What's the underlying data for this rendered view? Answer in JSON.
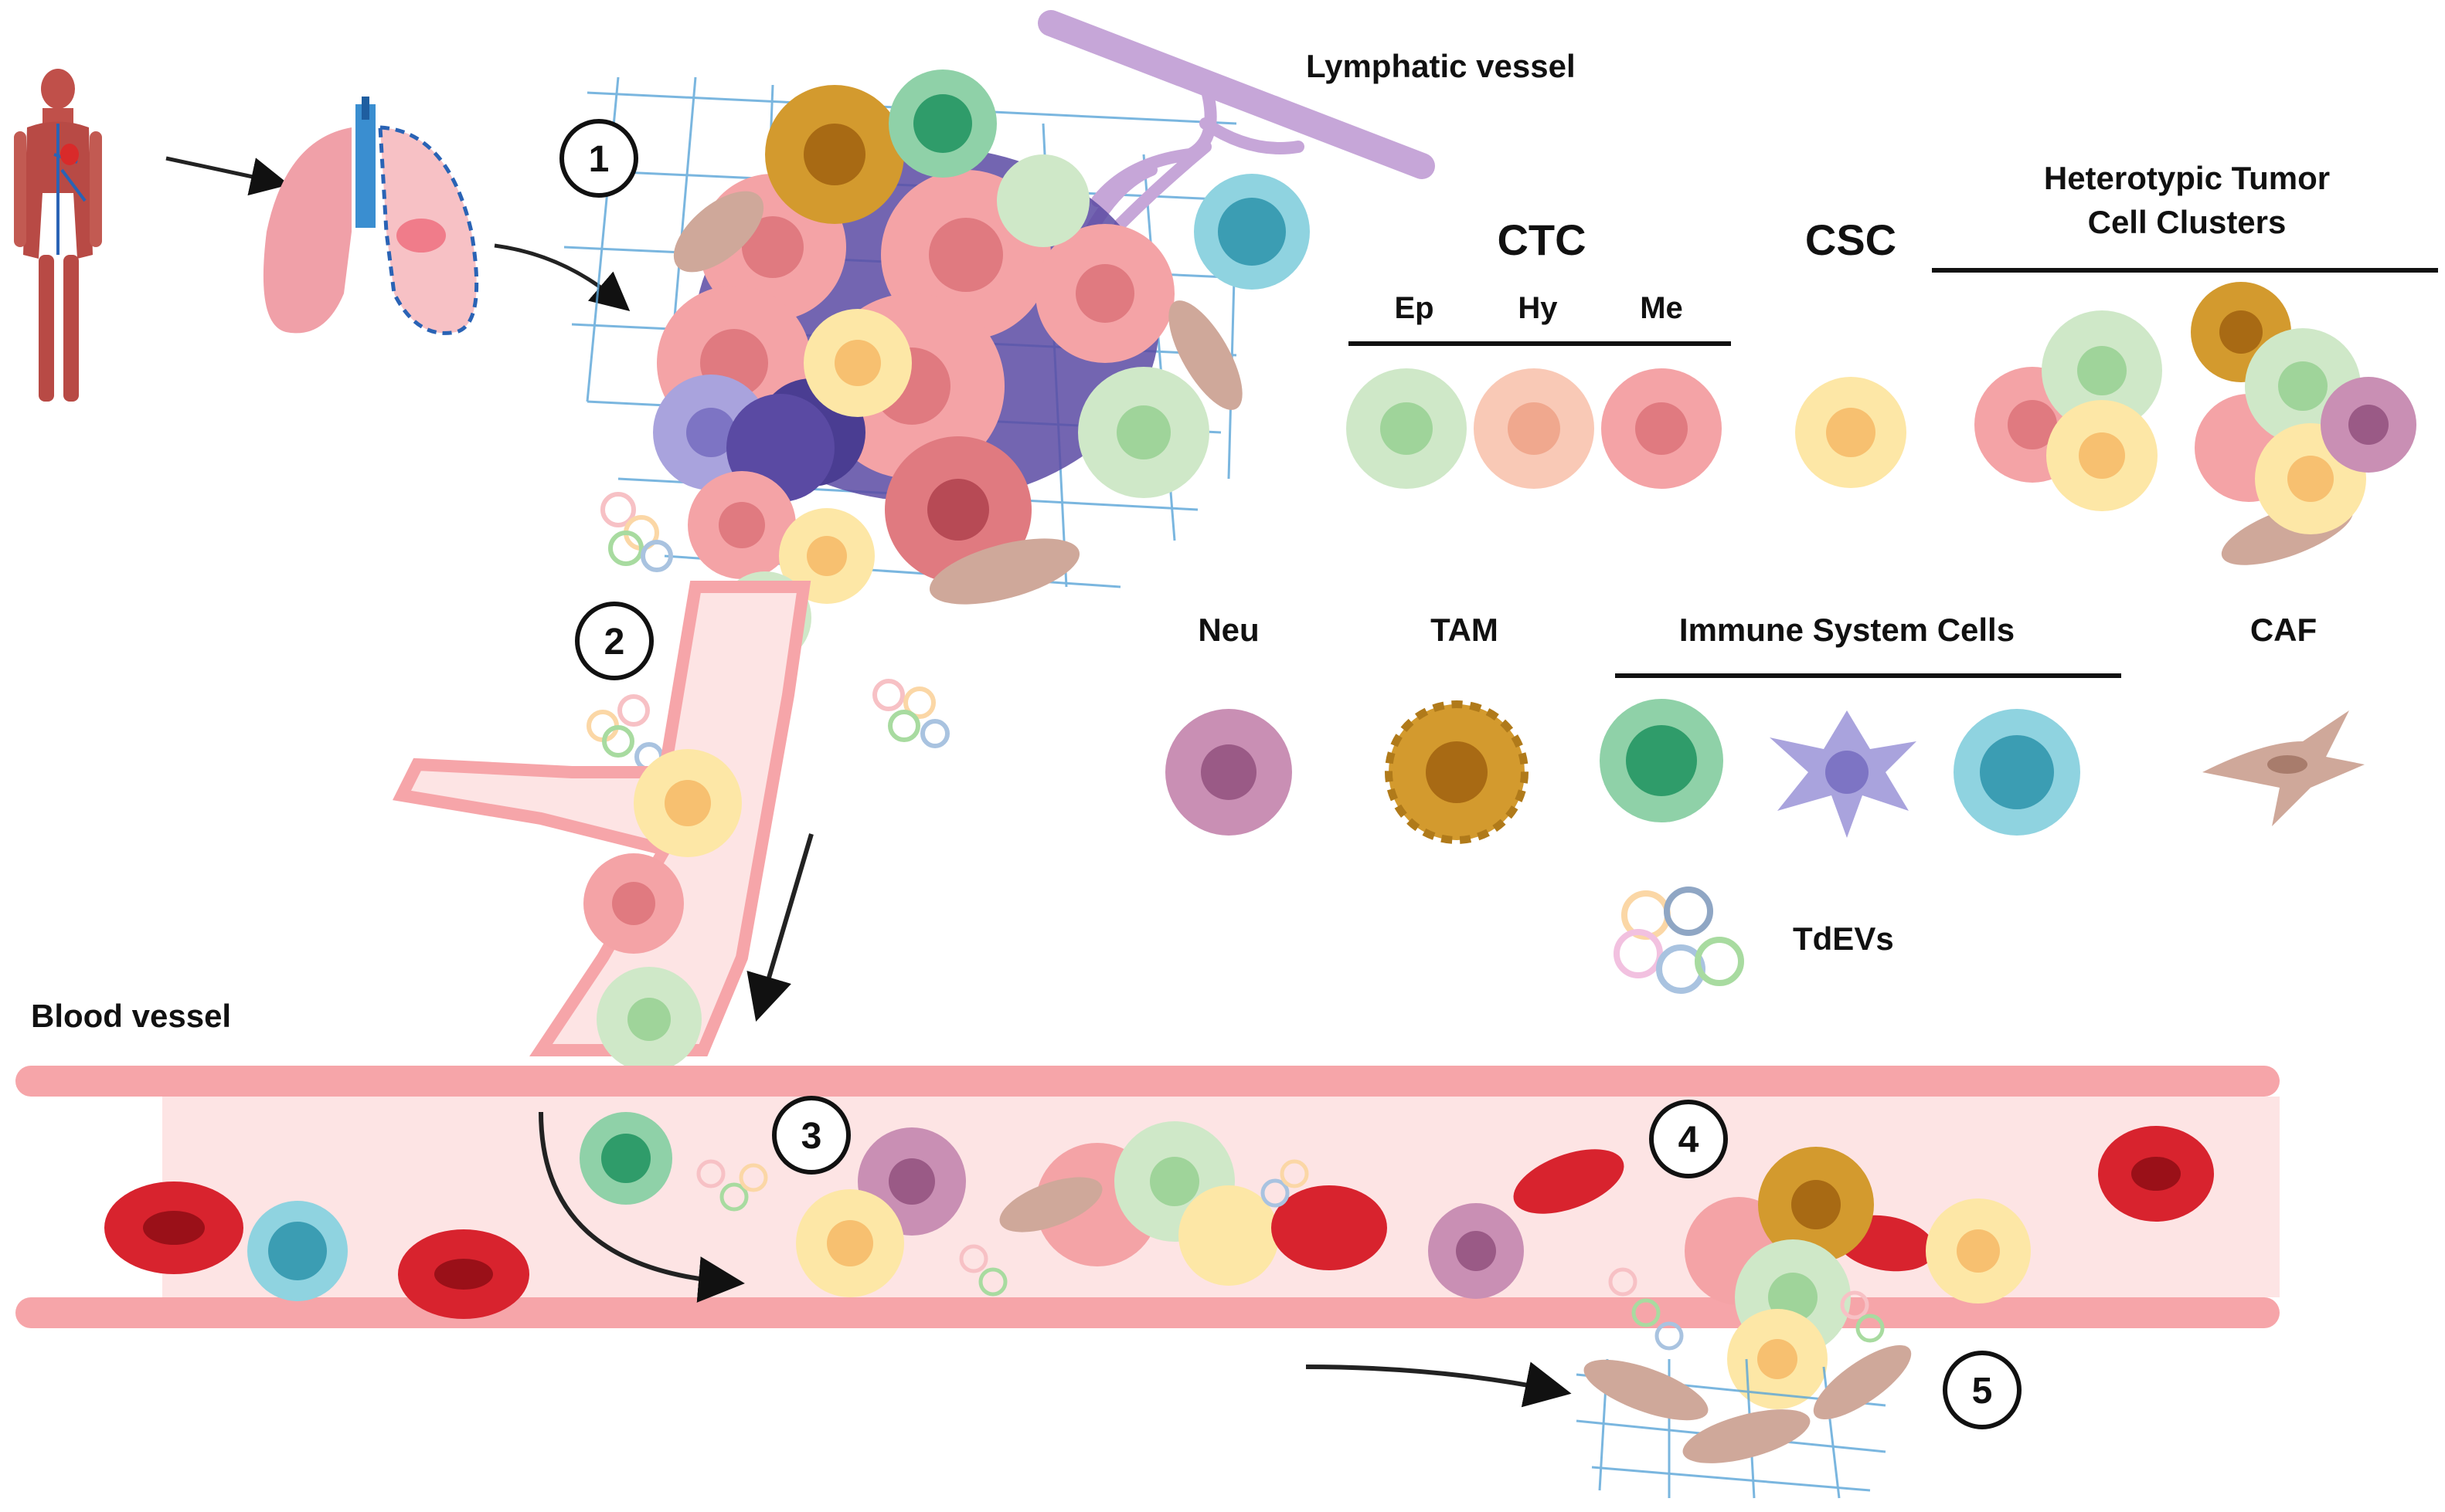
{
  "labels": {
    "lymphatic_vessel": "Lymphatic vessel",
    "blood_vessel": "Blood vessel",
    "ctc": "CTC",
    "ctc_ep": "Ep",
    "ctc_hy": "Hy",
    "ctc_me": "Me",
    "csc": "CSC",
    "heterotypic_line1": "Heterotypic Tumor",
    "heterotypic_line2": "Cell Clusters",
    "neu": "Neu",
    "tam": "TAM",
    "immune": "Immune System Cells",
    "caf": "CAF",
    "tdevs": "TdEVs"
  },
  "steps": [
    "1",
    "2",
    "3",
    "4",
    "5"
  ],
  "colors": {
    "ctc_ep": "#cfe8c8",
    "ctc_hy": "#f9c9b6",
    "ctc_me": "#f4a3a6",
    "csc": "#fde7a6",
    "neu": "#c98fb4",
    "tam": "#d39a2e",
    "t_cell": "#5fbf8f",
    "dendritic": "#a9a3dd",
    "b_cell": "#56b3c9",
    "caf": "#cfa89a",
    "rbc": "#d8232e",
    "vessel": "#f6a5a9",
    "vessel_fill": "#fde4e4",
    "ecm": "#5aa5d8",
    "lymph": "#c6a6d8",
    "tumor_dark": "#5a4aa3"
  },
  "icons": [
    "human-body-icon",
    "lungs-icon",
    "arrow-icon"
  ]
}
